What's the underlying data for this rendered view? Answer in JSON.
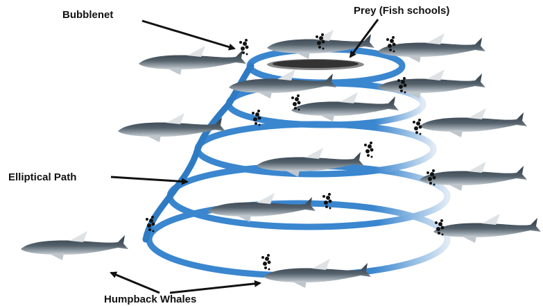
{
  "labels": {
    "bubblenet": "Bubblenet",
    "prey": "Prey (Fish schools)",
    "elliptical_path": "Elliptical Path",
    "humpback_whales": "Humpback Whales"
  },
  "colors": {
    "spiral": "#3a86cf",
    "spiral_light": "#bcd7ee",
    "whale_body": "#3d4a55",
    "whale_belly": "#c9d0d6",
    "fin": "#d9dcdf",
    "bubble": "#111111",
    "arrow": "#111111",
    "background": "#ffffff"
  },
  "icons": [
    "whale-icon",
    "bubble-cluster-icon",
    "fish-school-icon"
  ]
}
